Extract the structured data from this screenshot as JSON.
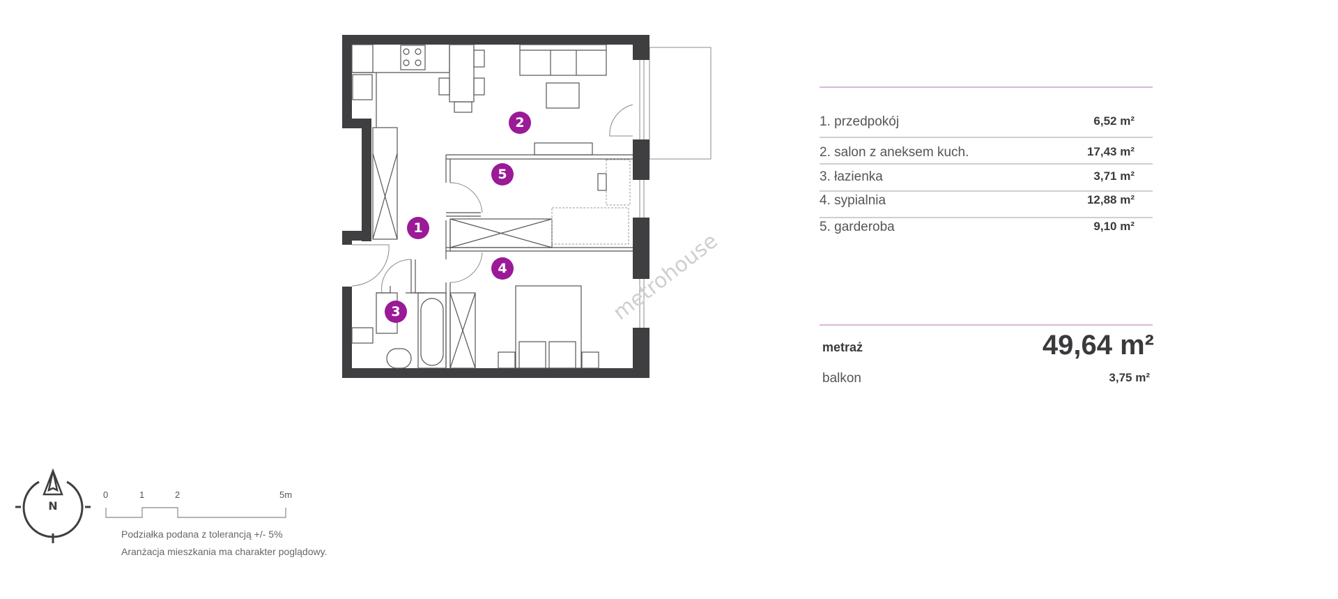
{
  "plan": {
    "room_badges": [
      "1",
      "2",
      "3",
      "4",
      "5"
    ],
    "watermark": "metrohouse"
  },
  "rooms": [
    {
      "label": "1. przedpokój",
      "area": "6,52 m²"
    },
    {
      "label": "2. salon z aneksem kuch.",
      "area": "17,43 m²"
    },
    {
      "label": "3. łazienka",
      "area": "3,71 m²"
    },
    {
      "label": "4. sypialnia",
      "area": "12,88 m²"
    },
    {
      "label": "5. garderoba",
      "area": "9,10 m²"
    }
  ],
  "summary": {
    "metraz_label": "metraż",
    "metraz_value": "49,64 m²",
    "balkon_label": "balkon",
    "balkon_value": "3,75 m²"
  },
  "compass": {
    "north_label": "N"
  },
  "scale": {
    "ticks": [
      "0",
      "1",
      "2",
      "5m"
    ]
  },
  "notes": [
    "Podziałka podana z tolerancją +/- 5%",
    "Aranżacja mieszkania ma charakter poglądowy."
  ],
  "colors": {
    "badge": "#9a1a97",
    "wall": "#3f3f41",
    "accent_line": "#d9b8d8"
  }
}
